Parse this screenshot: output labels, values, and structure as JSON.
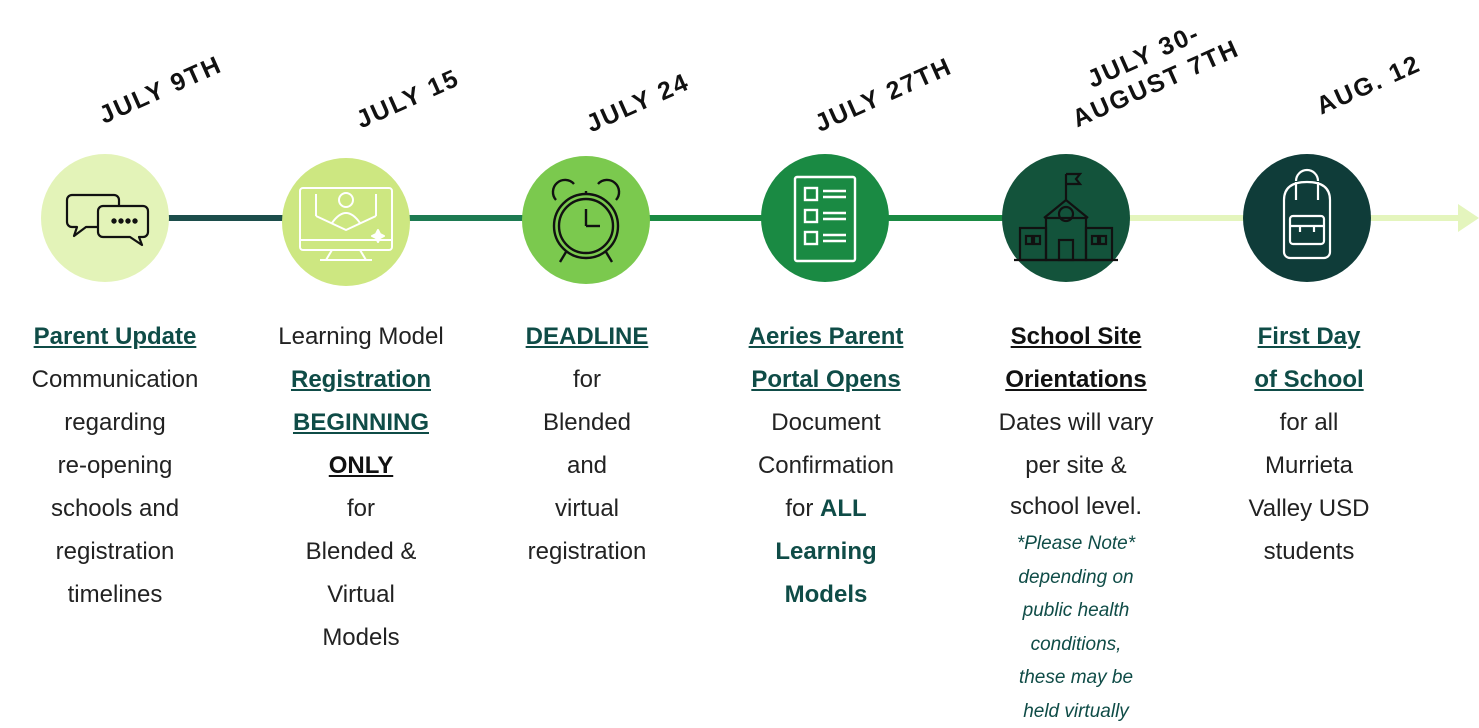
{
  "dates": [
    {
      "label": "JULY 9TH"
    },
    {
      "label": "JULY 15"
    },
    {
      "label": "JULY 24"
    },
    {
      "label": "JULY 27TH"
    },
    {
      "label_line1": "JULY 30-",
      "label_line2": "AUGUST 7TH"
    },
    {
      "label": "AUG. 12"
    }
  ],
  "icons": [
    "chat-bubbles-icon",
    "online-learning-icon",
    "alarm-clock-icon",
    "checklist-document-icon",
    "school-building-icon",
    "backpack-icon"
  ],
  "colors": {
    "circle1": "#e3f3b8",
    "circle2": "#cde781",
    "circle3": "#7bc94e",
    "circle4": "#1a8a43",
    "circle5": "#13533b",
    "circle6": "#0f3c39",
    "line_dark": "#1c4d4b",
    "line_mid": "#1a8a43",
    "line_light": "#e4f5bd",
    "link_text": "#0f4c47"
  },
  "events": {
    "e1": {
      "title": "Parent Update",
      "l1": "Communication",
      "l2": "regarding",
      "l3": "re-opening",
      "l4": "schools and",
      "l5": "registration",
      "l6": "timelines"
    },
    "e2": {
      "l1": "Learning Model",
      "title1": "Registration ",
      "title2": "BEGINNING",
      "title3": "ONLY ",
      "l2": "for",
      "l3": "Blended &",
      "l4": "Virtual",
      "l5": "Models"
    },
    "e3": {
      "title": "DEADLINE ",
      "l1": "for",
      "l2": "Blended",
      "l3": "and",
      "l4": "virtual",
      "l5": "registration"
    },
    "e4": {
      "title1": "Aeries Parent",
      "title2": "Portal Opens",
      "l1": "Document",
      "l2": "Confirmation",
      "l3": "for ",
      "l3_bold": "ALL",
      "l4": "Learning",
      "l5": "Models"
    },
    "e5": {
      "title1": "School Site",
      "title2": "Orientations",
      "l1": "Dates will vary",
      "l2": "per site &",
      "l3": "school level.",
      "n1": "*Please Note*",
      "n2": "depending on",
      "n3": "public health",
      "n4": "conditions,",
      "n5": "these may be",
      "n6": "held virtually"
    },
    "e6": {
      "title1": "First Day ",
      "title2": "of School",
      "l1": "for all",
      "l2": "Murrieta",
      "l3": "Valley USD",
      "l4": "students"
    }
  }
}
